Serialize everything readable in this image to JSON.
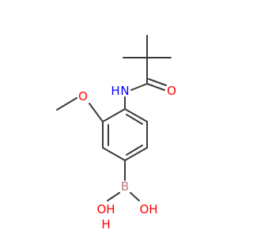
{
  "colors": {
    "background": "#ffffff",
    "bond": "#3a3a3a",
    "carbon": "#3a3a3a",
    "nitrogen": "#0000ff",
    "oxygen": "#ff0000",
    "boron": "#c07a7a"
  },
  "atoms": {
    "nh": {
      "symbol": "N",
      "hydrogen": "H",
      "element": "nitrogen"
    },
    "carbonyl_o": {
      "symbol": "O",
      "element": "oxygen"
    },
    "methoxy_o": {
      "symbol": "O",
      "element": "oxygen"
    },
    "boron": {
      "symbol": "B",
      "element": "boron"
    },
    "hydroxyl_left": {
      "symbol": "OH",
      "hydrogen": "H",
      "element": "oxygen"
    },
    "hydroxyl_right": {
      "symbol": "OH",
      "element": "oxygen"
    }
  }
}
